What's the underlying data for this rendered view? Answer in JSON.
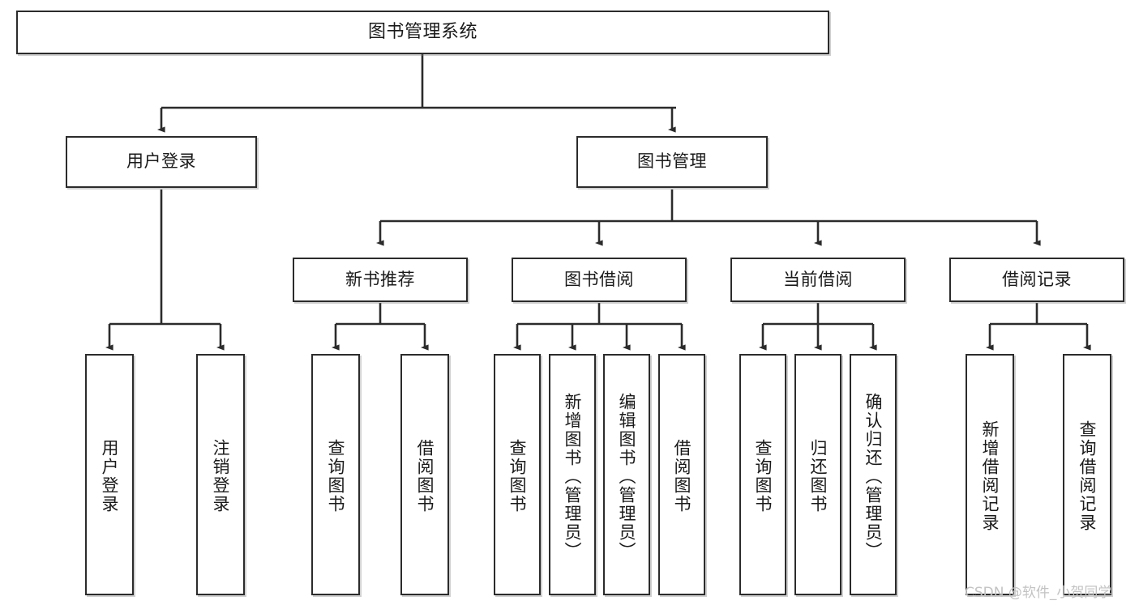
{
  "diagram": {
    "title": "图书管理系统",
    "type": "tree-hierarchy-diagram",
    "watermark": "CSDN @软件_小贺同学",
    "colors": {
      "box_border": "#2b2b2b",
      "box_fill": "#ffffff",
      "connector": "#2b2b2b",
      "text": "#1a1a1a",
      "watermark": "#c3c3c3"
    },
    "nodes": {
      "root": {
        "label": "图书管理系统"
      },
      "level2": [
        {
          "label": "用户登录"
        },
        {
          "label": "图书管理"
        }
      ],
      "level3": [
        {
          "label": "新书推荐"
        },
        {
          "label": "图书借阅"
        },
        {
          "label": "当前借阅"
        },
        {
          "label": "借阅记录"
        }
      ],
      "leaves_user_login": [
        {
          "label": "用户登录"
        },
        {
          "label": "注销登录"
        }
      ],
      "leaves_new_book": [
        {
          "label": "查询图书"
        },
        {
          "label": "借阅图书"
        }
      ],
      "leaves_borrow": [
        {
          "label": "查询图书"
        },
        {
          "label": "新增图书（管理员）"
        },
        {
          "label": "编辑图书（管理员）"
        },
        {
          "label": "借阅图书"
        }
      ],
      "leaves_current": [
        {
          "label": "查询图书"
        },
        {
          "label": "归还图书"
        },
        {
          "label": "确认归还（管理员）"
        }
      ],
      "leaves_record": [
        {
          "label": "新增借阅记录"
        },
        {
          "label": "查询借阅记录"
        }
      ]
    }
  }
}
